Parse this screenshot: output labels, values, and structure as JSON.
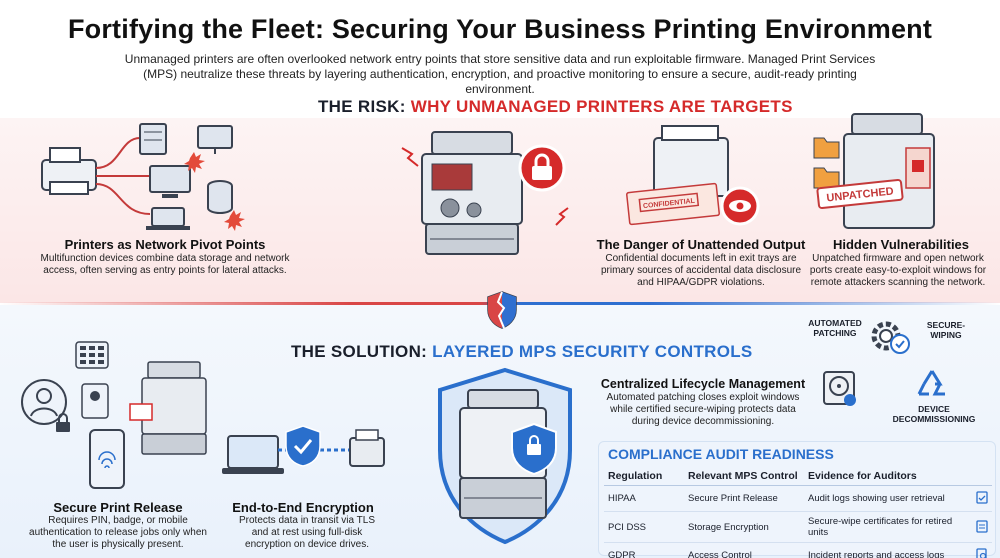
{
  "title": "Fortifying the Fleet: Securing Your Business Printing Environment",
  "intro": "Unmanaged printers are often overlooked network entry points that store sensitive data and run exploitable firmware. Managed Print Services (MPS) neutralize these threats by layering authentication, encryption, and proactive monitoring to ensure a secure, audit-ready printing environment.",
  "risk": {
    "heading_a": "THE RISK: ",
    "heading_b": "WHY UNMANAGED PRINTERS ARE TARGETS",
    "cards": [
      {
        "title": "Printers as Network Pivot Points",
        "text": "Multifunction devices combine data storage and network access, often serving as entry points for lateral attacks."
      },
      {
        "title": "The Danger of Unattended Output",
        "text": "Confidential documents left in exit trays are primary sources of accidental data disclosure and HIPAA/GDPR violations."
      },
      {
        "title": "Hidden Vulnerabilities",
        "text": "Unpatched firmware and open network ports create easy-to-exploit windows for remote attackers scanning the network."
      }
    ],
    "stamp_confidential": "CONFIDENTIAL",
    "stamp_unpatched": "UNPATCHED"
  },
  "solution": {
    "heading_a": "THE SOLUTION: ",
    "heading_b": "LAYERED MPS SECURITY CONTROLS",
    "cards": [
      {
        "title": "Secure Print Release",
        "text": "Requires PIN, badge, or mobile authentication to release jobs only when the user is physically present."
      },
      {
        "title": "End-to-End Encryption",
        "text": "Protects data in transit via TLS and at rest using full-disk encryption on device drives."
      },
      {
        "title": "Centralized Lifecycle Management",
        "text": "Automated patching closes exploit windows while certified secure-wiping protects data during device decommissioning."
      }
    ],
    "lifecycle_labels": {
      "patching": "AUTOMATED PATCHING",
      "wiping": "SECURE-WIPING",
      "decom": "DEVICE DECOMMISSIONING"
    }
  },
  "compliance": {
    "title": "COMPLIANCE AUDIT READINESS",
    "headers": [
      "Regulation",
      "Relevant MPS Control",
      "Evidence for Auditors"
    ],
    "rows": [
      [
        "HIPAA",
        "Secure Print Release",
        "Audit logs showing user retrieval"
      ],
      [
        "PCI DSS",
        "Storage Encryption",
        "Secure-wipe certificates for retired units"
      ],
      [
        "GDPR",
        "Access Control",
        "Incident reports and access logs"
      ]
    ]
  },
  "colors": {
    "risk_red": "#d52a2a",
    "solution_blue": "#2a6fcc",
    "dark": "#1a1f2b"
  }
}
